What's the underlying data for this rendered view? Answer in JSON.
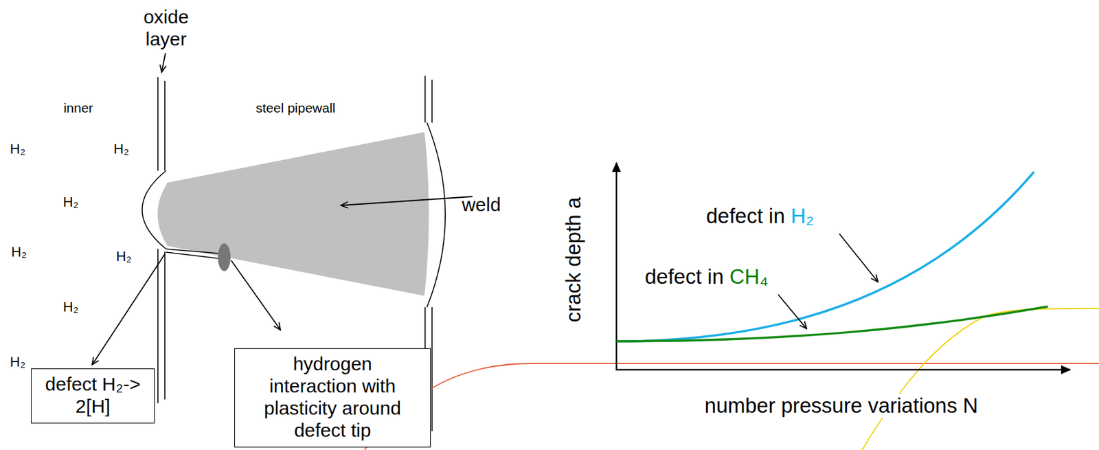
{
  "diagram": {
    "nodes": [
      {
        "text": [
          "defect H₂-> 2[H]"
        ]
      },
      {
        "text": [
          "hydrogen interaction with plasticity around defect tip"
        ]
      }
    ],
    "labels": [
      "oxide layer",
      "inner",
      "steel pipewall",
      "H₂",
      "H₂",
      "H₂",
      "H₂",
      "H₂",
      "H₂",
      "H₂",
      "weld",
      "crack depth a",
      "number pressure variations N",
      "defect in",
      "H₂",
      "defect in",
      "CH₄"
    ]
  }
}
